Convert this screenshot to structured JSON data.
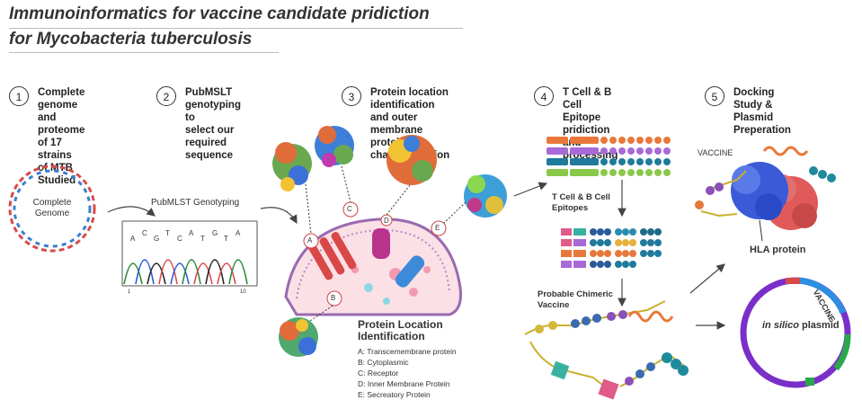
{
  "title_line1": "Immunoinformatics for vaccine candidate pridiction",
  "title_line2": "for Mycobacteria tuberculosis",
  "steps": [
    {
      "num": "1",
      "text": "Complete genome and\nproteome of 17 strains\nof MTB Studied"
    },
    {
      "num": "2",
      "text": "PubMSLT genotyping to\nselect our required\nsequence"
    },
    {
      "num": "3",
      "text": "Protein location identification\nand outer membrane protein\ncharacterization"
    },
    {
      "num": "4",
      "text": "T Cell & B Cell Epitope\npridiction and\nprocessing"
    },
    {
      "num": "5",
      "text": "Docking Study & Plasmid\nPreperation"
    }
  ],
  "genome_label": "Complete\nGenome",
  "genotyping_label": "PubMLST Genotyping",
  "dna_bases": [
    "A",
    "C",
    "G",
    "T",
    "C",
    "A",
    "T",
    "G",
    "T",
    "A"
  ],
  "trace_axis": [
    "1",
    "10"
  ],
  "markers": [
    "A",
    "B",
    "C",
    "D",
    "E"
  ],
  "location": {
    "heading": "Protein Location\nIdentification",
    "items": [
      "A: Transcemembrane protein",
      "B: Cytoplasmic",
      "C: Receptor",
      "D: Inner Membrane Protein",
      "E: Secreatory Protein"
    ]
  },
  "epitopes_label": "T Cell & B Cell\nEpitopes",
  "chimeric_label": "Probable Chimeric\nVaccine",
  "vaccine_label": "VACCINE",
  "hla_label": "HLA protein",
  "plasmid_vaccine_label": "VACCINE",
  "plasmid_label_italic": "in silico",
  "plasmid_label_rest": " plasmid",
  "colors": {
    "arrow": "#444",
    "teal": "#1f8a9c",
    "orange": "#e8783a",
    "purple": "#8b4fb8",
    "green": "#3aa845",
    "pink": "#e87090",
    "plasmid_purple": "#7a2fc9",
    "plasmid_blue": "#2e8ee0"
  }
}
